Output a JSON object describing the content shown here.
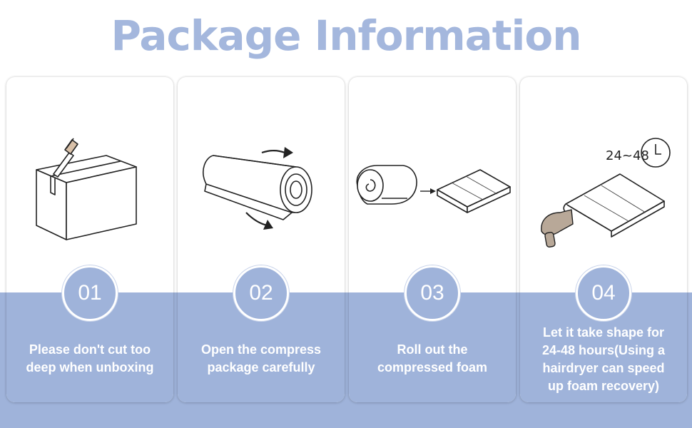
{
  "title": "Package Information",
  "accent_color": "#9fb3da",
  "title_color": "#a4b7dd",
  "steps": [
    {
      "number": "01",
      "icon": "box-cutter-icon",
      "lines": [
        "Please don't cut too",
        "deep when unboxing"
      ]
    },
    {
      "number": "02",
      "icon": "rolled-foam-icon",
      "lines": [
        "Open the compress",
        "package carefully"
      ]
    },
    {
      "number": "03",
      "icon": "unroll-foam-icon",
      "lines": [
        "Roll out the",
        "compressed foam"
      ]
    },
    {
      "number": "04",
      "icon": "hairdryer-clock-icon",
      "clock_label": "24~48",
      "lines": [
        "Let it take shape for",
        "24-48 hours(Using a",
        "hairdryer can speed",
        "up foam recovery)"
      ]
    }
  ]
}
